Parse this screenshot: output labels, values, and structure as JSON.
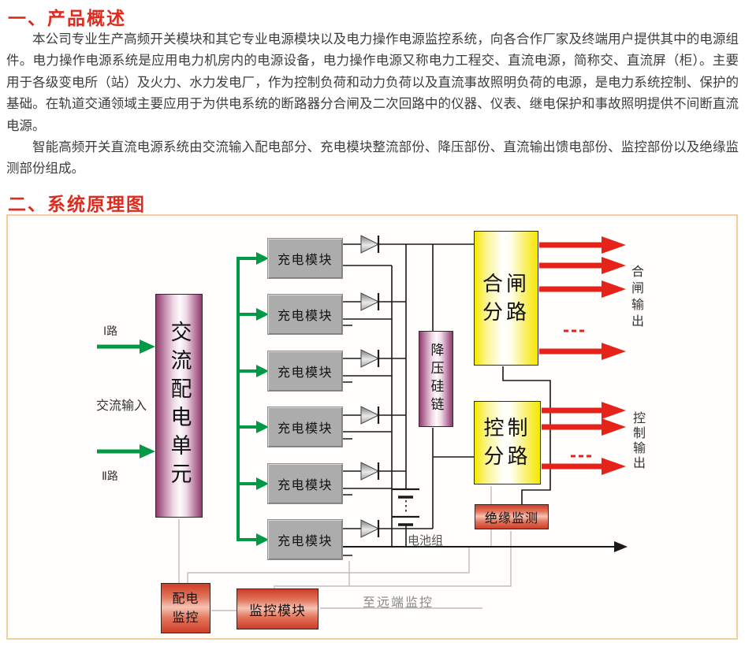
{
  "page": {
    "section1_title": "一、产品概述",
    "para1": "本公司专业生产高频开关模块和其它专业电源模块以及电力操作电源监控系统，向各合作厂家及终端用户提供其中的电源组件。电力操作电源系统是应用电力机房内的电源设备，电力操作电源又称电力工程交、直流电源，简称交、直流屏（柜）。主要用于各级变电所（站）及火力、水力发电厂，作为控制负荷和动力负荷以及直流事故照明负荷的电源，是电力系统控制、保护的基础。在轨道交通领域主要应用于为供电系统的断路器分合闸及二次回路中的仪器、仪表、继电保护和事故照明提供不间断直流电源。",
    "para2": "智能高频开关直流电源系统由交流输入配电部分、充电模块整流部份、降压部份、直流输出馈电部份、监控部份以及绝缘监测部份组成。",
    "section2_title": "二、系统原理图"
  },
  "diagram": {
    "ac_unit_label": "交流配电单元",
    "route1_label": "Ⅰ路",
    "route2_label": "Ⅱ路",
    "ac_input_label": "交流输入",
    "charge_module_label": "充电模块",
    "buck_chain_label": "降压硅链",
    "closing_branch_line1": "合闸",
    "closing_branch_line2": "分路",
    "control_branch_line1": "控制",
    "control_branch_line2": "分路",
    "closing_output_label": "合闸输出",
    "control_output_label": "控制输出",
    "battery_label": "电池组",
    "insulation_monitor_label": "绝缘监测",
    "dist_monitor_line1": "配电",
    "dist_monitor_line2": "监控",
    "monitor_module_label": "监控模块",
    "remote_label": "至远端监控",
    "colors": {
      "heading_red": "#dc2b1f",
      "arrow_red": "#e5231b",
      "arrow_green": "#009945",
      "panel_border": "#f5cd9f",
      "purple_box_edge": "#8f3c6d",
      "yellow_box_edge": "#f6e800",
      "red_box_edge": "#ce3d27",
      "module_gray": "#acacac"
    }
  }
}
